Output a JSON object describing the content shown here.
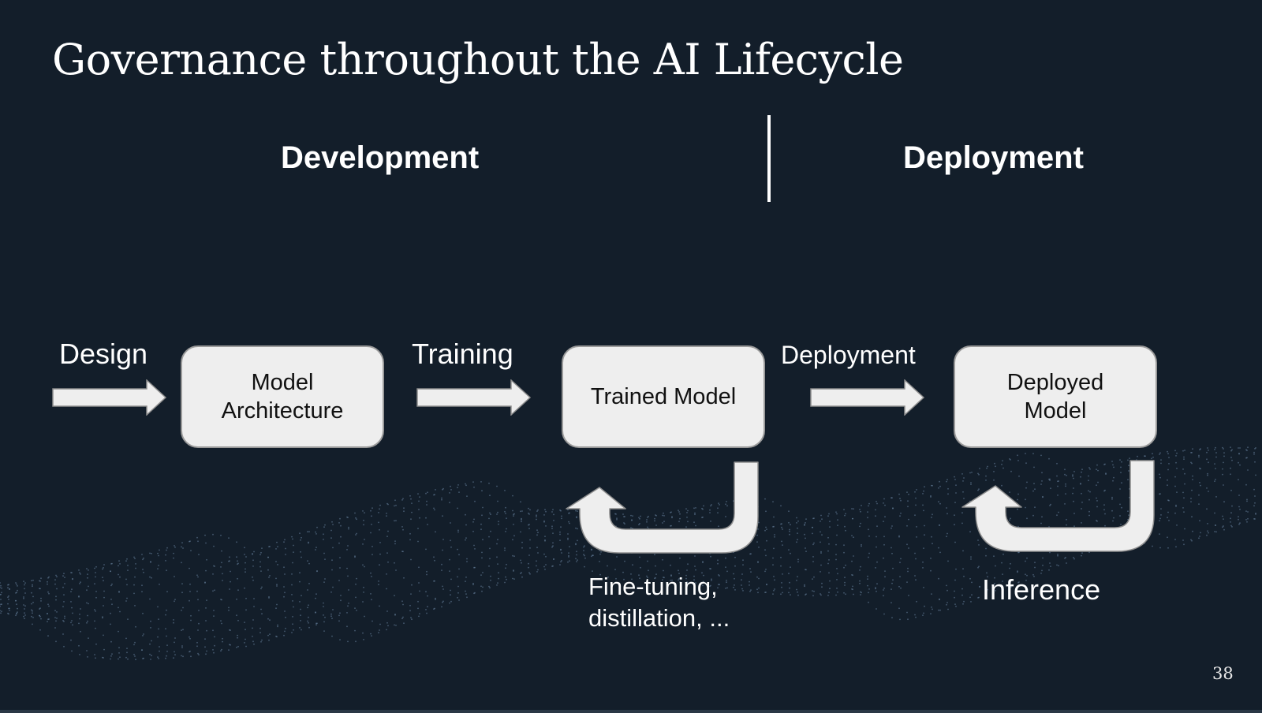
{
  "slide": {
    "title": "Governance throughout the AI Lifecycle",
    "page_number": "38"
  },
  "phases": {
    "development": "Development",
    "deployment": "Deployment"
  },
  "steps": {
    "design": "Design",
    "training": "Training",
    "deployment": "Deployment"
  },
  "boxes": {
    "model_architecture": "Model\nArchitecture",
    "trained_model": "Trained Model",
    "deployed_model": "Deployed\nModel"
  },
  "loops": {
    "fine_tuning": "Fine-tuning,\ndistillation, ...",
    "inference": "Inference"
  },
  "colors": {
    "background": "#131e2a",
    "box_fill": "#eeeeee",
    "text": "#ffffff"
  }
}
